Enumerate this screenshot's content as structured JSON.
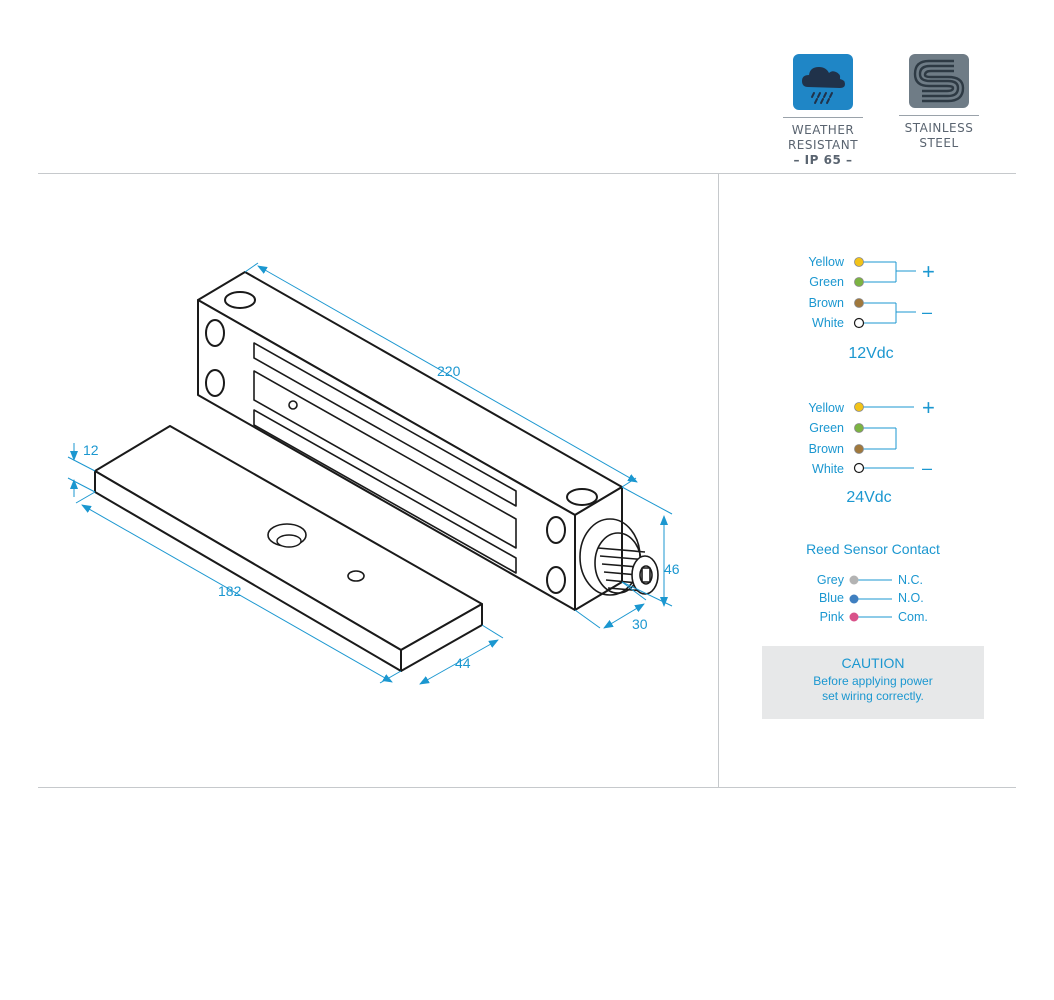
{
  "badges": {
    "weather": {
      "lines": [
        "WEATHER",
        "RESISTANT",
        "– IP 65 –"
      ],
      "icon": "rain-cloud-icon",
      "color": "#1f86c6"
    },
    "steel": {
      "lines": [
        "STAINLESS",
        "STEEL"
      ],
      "icon": "stainless-steel-logo-icon",
      "color": "#6f7c86"
    }
  },
  "dimensions": {
    "length": "220",
    "plate_thickness": "12",
    "plate_length": "182",
    "plate_width": "44",
    "lock_height": "46",
    "lock_width": "30"
  },
  "wiring_12v": {
    "wires": [
      {
        "label": "Yellow",
        "color": "#f2c318"
      },
      {
        "label": "Green",
        "color": "#7cb342"
      },
      {
        "label": "Brown",
        "color": "#a0783c"
      },
      {
        "label": "White",
        "color": "#ffffff"
      }
    ],
    "plus": "+",
    "minus": "–",
    "voltage": "12Vdc"
  },
  "wiring_24v": {
    "wires": [
      {
        "label": "Yellow",
        "color": "#f2c318"
      },
      {
        "label": "Green",
        "color": "#7cb342"
      },
      {
        "label": "Brown",
        "color": "#a0783c"
      },
      {
        "label": "White",
        "color": "#ffffff"
      }
    ],
    "plus": "+",
    "minus": "–",
    "voltage": "24Vdc"
  },
  "reed": {
    "title": "Reed Sensor Contact",
    "wires": [
      {
        "label": "Grey",
        "color": "#b3b3b3",
        "contact": "N.C."
      },
      {
        "label": "Blue",
        "color": "#3f7fc0",
        "contact": "N.O."
      },
      {
        "label": "Pink",
        "color": "#d9528a",
        "contact": "Com."
      }
    ]
  },
  "caution": {
    "title": "CAUTION",
    "line1": "Before applying power",
    "line2": "set wiring correctly."
  },
  "colors": {
    "accent": "#1b97d0",
    "line": "#1a1a1a",
    "rule": "#c6c9cc"
  }
}
